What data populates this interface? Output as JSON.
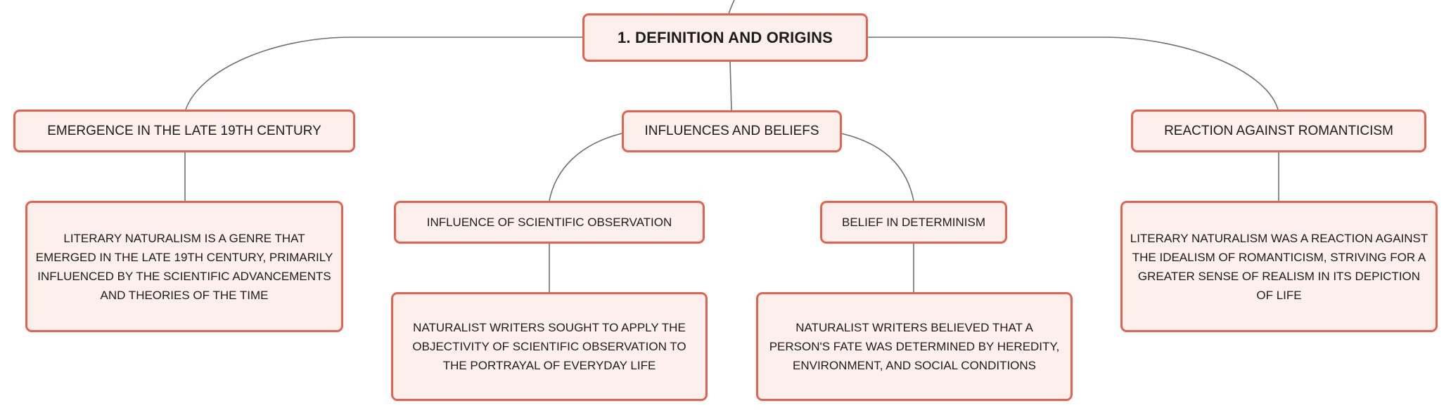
{
  "root": {
    "label": "1. DEFINITION AND ORIGINS"
  },
  "branches": {
    "emergence": {
      "label": "EMERGENCE IN THE LATE 19TH CENTURY",
      "detail": "LITERARY NATURALISM IS A GENRE THAT EMERGED IN THE LATE 19TH CENTURY, PRIMARILY INFLUENCED BY THE SCIENTIFIC ADVANCEMENTS AND THEORIES OF THE TIME"
    },
    "influences": {
      "label": "INFLUENCES AND BELIEFS",
      "observation": {
        "label": "INFLUENCE OF SCIENTIFIC OBSERVATION",
        "detail": "NATURALIST WRITERS SOUGHT TO APPLY THE OBJECTIVITY OF SCIENTIFIC OBSERVATION TO THE PORTRAYAL OF EVERYDAY LIFE"
      },
      "determinism": {
        "label": "BELIEF IN DETERMINISM",
        "detail": "NATURALIST WRITERS BELIEVED THAT A PERSON'S FATE WAS DETERMINED BY HEREDITY, ENVIRONMENT, AND SOCIAL CONDITIONS"
      }
    },
    "reaction": {
      "label": "REACTION AGAINST ROMANTICISM",
      "detail": "LITERARY NATURALISM WAS A REACTION AGAINST THE IDEALISM OF ROMANTICISM, STRIVING FOR A GREATER SENSE OF REALISM IN ITS DEPICTION OF LIFE"
    }
  },
  "colors": {
    "node_border": "#e4624f",
    "node_fill": "#fdf0ec",
    "connector": "#6f6f6f",
    "text": "#1c1c1c"
  }
}
